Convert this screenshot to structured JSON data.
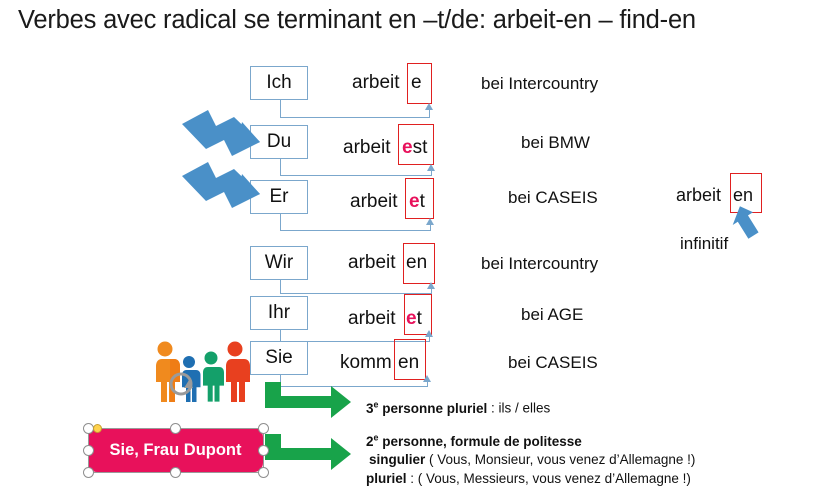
{
  "slide": {
    "title": "Verbes avec radical se terminant en –t/de: arbeit-en – find-en",
    "background": "#ffffff"
  },
  "colors": {
    "box_border_blue": "#7ba7cc",
    "ending_border_red": "#e02020",
    "highlight_pink": "#e8115b",
    "arrow_blue": "#4a90c8",
    "arrow_green": "#18a34a",
    "shape_pink": "#e8115b",
    "handle_fill": "#ffffff",
    "handle_adjust": "#ffd24d"
  },
  "conjugation": {
    "rows": [
      {
        "pronoun": "Ich",
        "stem": "arbeit",
        "ending_plain": "e",
        "ending_highlight": "",
        "ending_tail": "",
        "company": "bei Intercountry"
      },
      {
        "pronoun": "Du",
        "stem": "arbeit",
        "ending_plain": "",
        "ending_highlight": "e",
        "ending_tail": "st",
        "company": "bei BMW"
      },
      {
        "pronoun": "Er",
        "stem": "arbeit",
        "ending_plain": "",
        "ending_highlight": "e",
        "ending_tail": "t",
        "company": "bei CASEIS"
      },
      {
        "pronoun": "Wir",
        "stem": "arbeit",
        "ending_plain": "en",
        "ending_highlight": "",
        "ending_tail": "",
        "company": "bei Intercountry"
      },
      {
        "pronoun": "Ihr",
        "stem": "arbeit",
        "ending_plain": "",
        "ending_highlight": "e",
        "ending_tail": "t",
        "company": "bei AGE"
      },
      {
        "pronoun": "Sie",
        "stem": "komm",
        "ending_plain": "en",
        "ending_highlight": "",
        "ending_tail": "",
        "company": "bei CASEIS"
      }
    ]
  },
  "infinitive": {
    "stem": "arbeit",
    "ending": "en",
    "label": "infinitif"
  },
  "selected_shape": {
    "text": "Sie, Frau Dupont"
  },
  "notes": {
    "third_person": {
      "ordinal": "3",
      "exponent": "e",
      "bold": " personne pluriel",
      "rest": " : ils / elles"
    },
    "second_person_heading": {
      "ordinal": "2",
      "exponent": "e",
      "bold": " personne, formule de politesse"
    },
    "singular": {
      "bold": "singulier",
      "rest": " ( Vous, Monsieur, vous venez d’Allemagne !)"
    },
    "plural": {
      "bold": "pluriel",
      "rest": " : ( Vous, Messieurs, vous venez d’Allemagne !)"
    }
  }
}
